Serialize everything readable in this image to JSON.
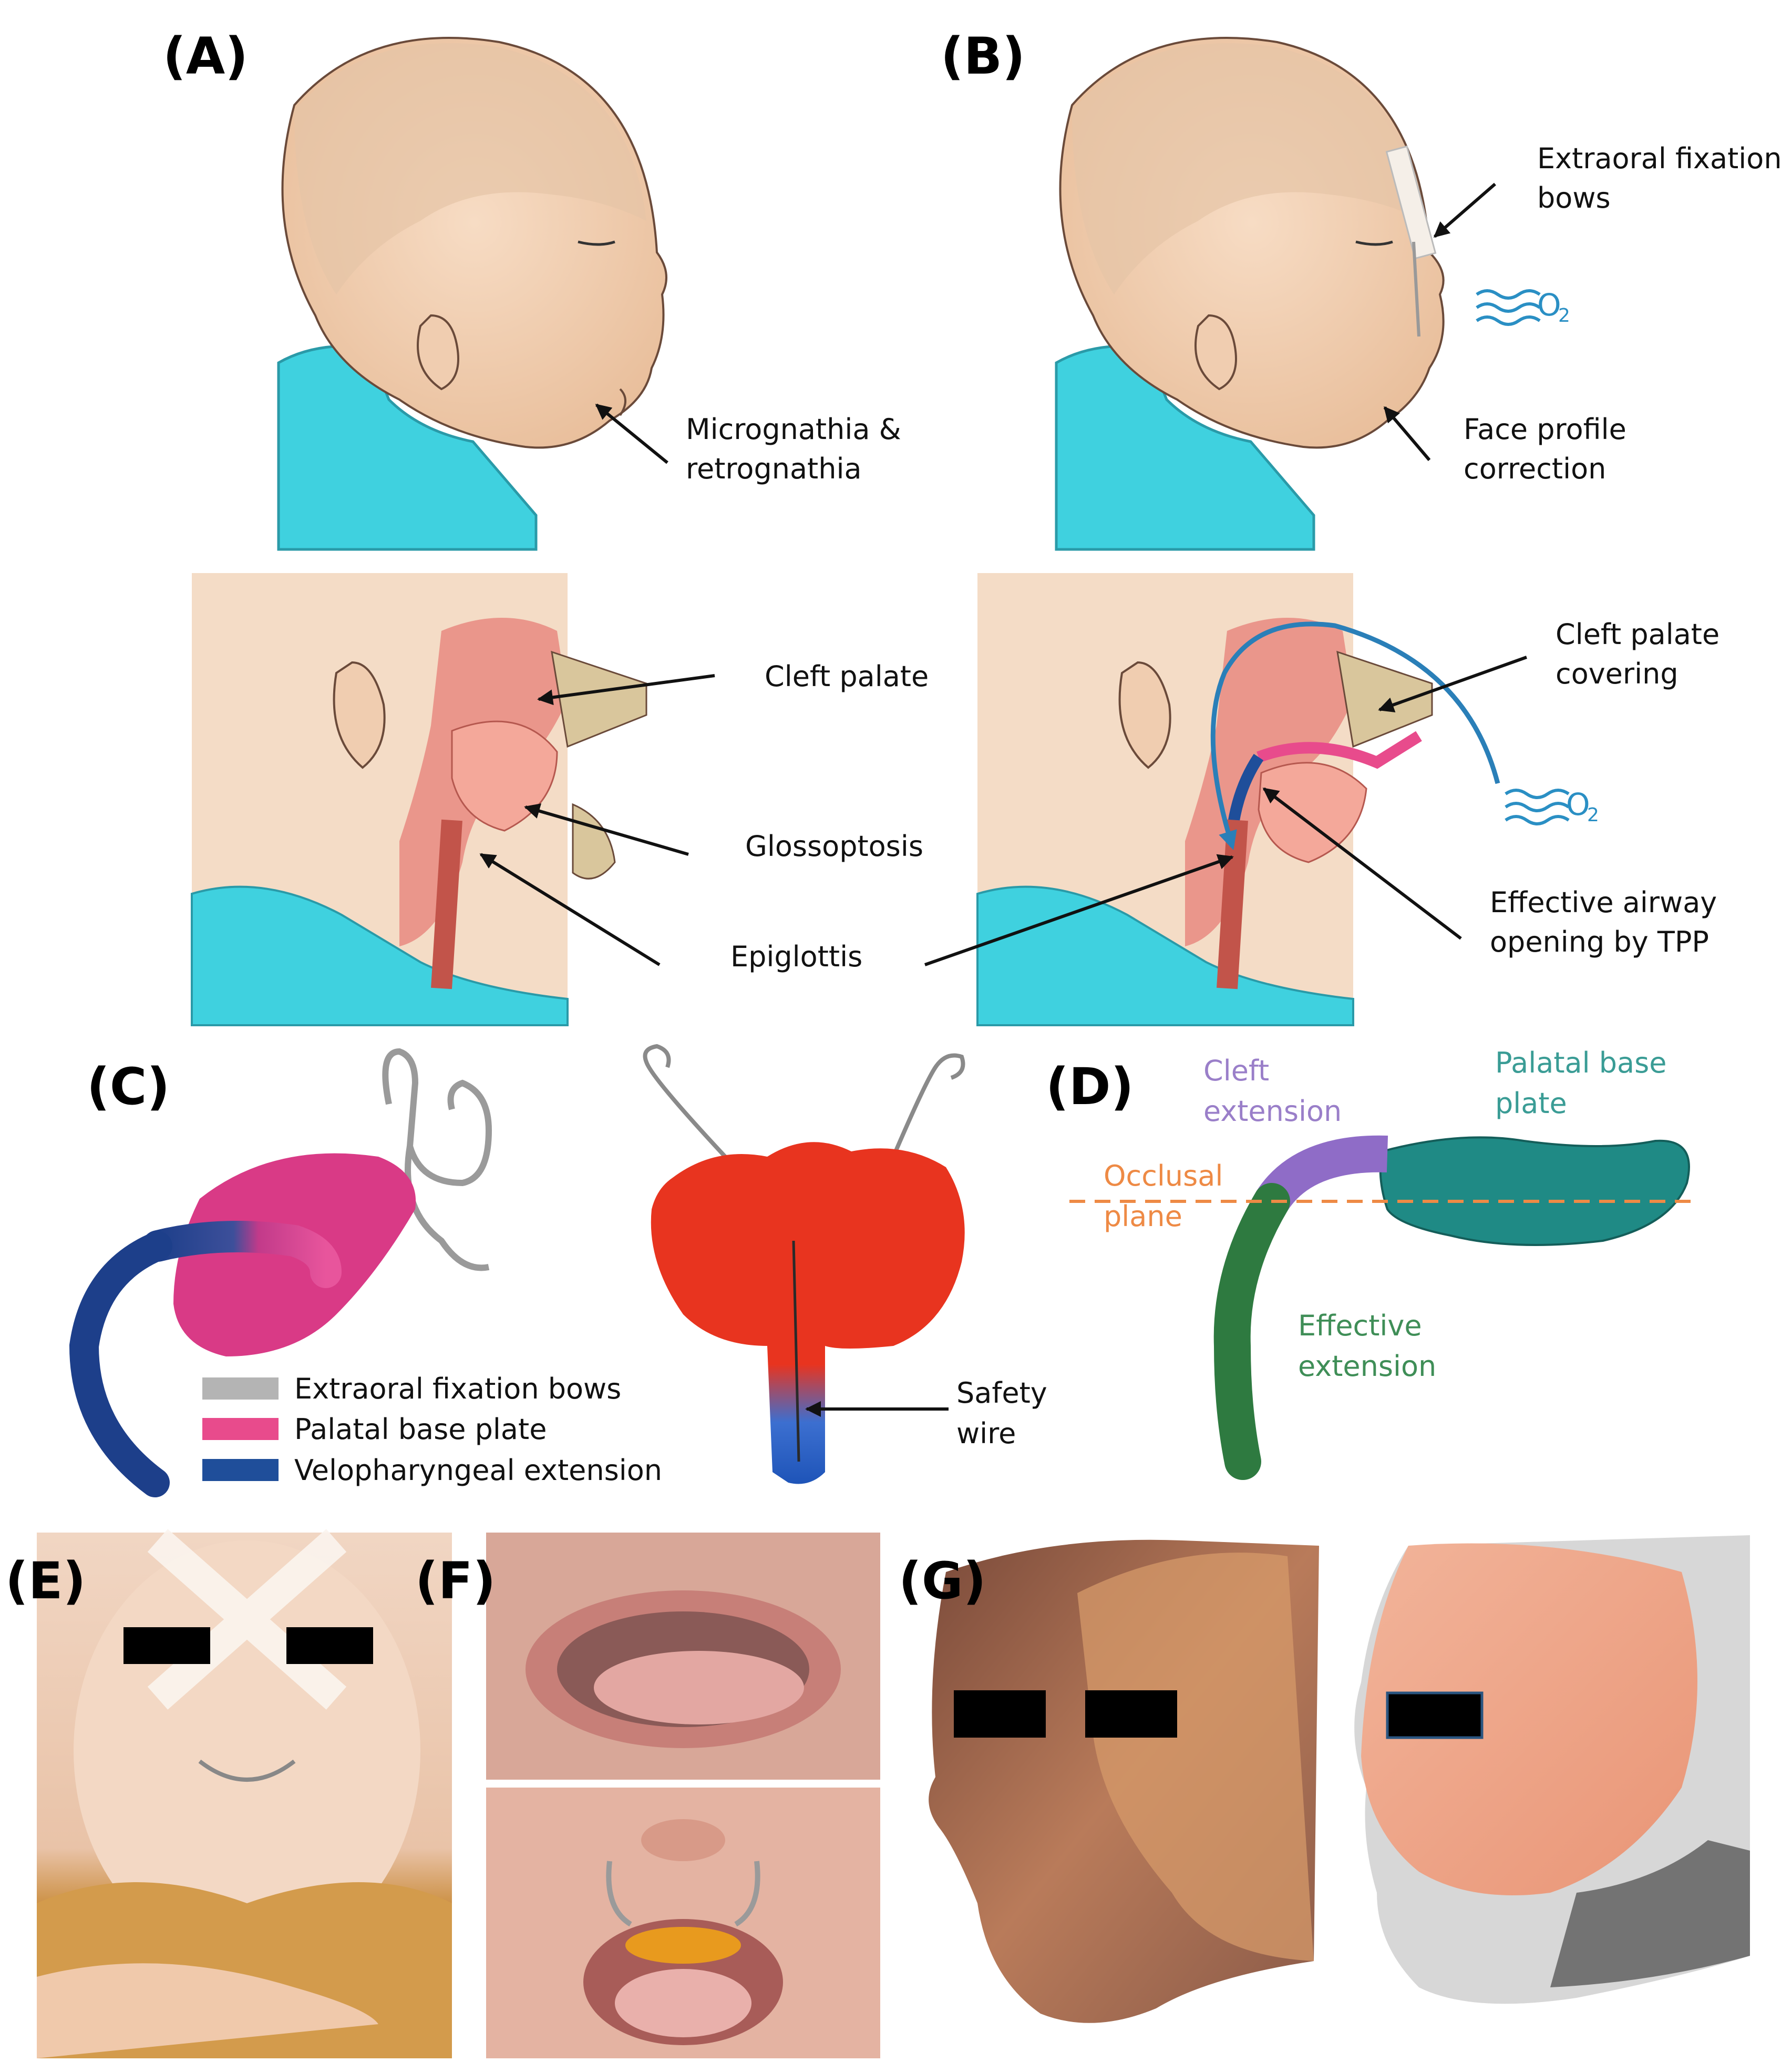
{
  "panels": {
    "a": {
      "label": "(A)",
      "annotation_top": [
        "Micrognathia &",
        "retrognathia"
      ],
      "cleft_palate": "Cleft palate",
      "glossoptosis": "Glossoptosis",
      "epiglottis": "Epiglottis"
    },
    "b": {
      "label": "(B)",
      "fixation_bows": [
        "Extraoral fixation",
        "bows"
      ],
      "profile": [
        "Face profile",
        "correction"
      ],
      "o2_main": "O",
      "o2_sub": "2",
      "cleft_covering": [
        "Cleft palate",
        "covering"
      ],
      "airway": [
        "Effective airway",
        "opening by TPP"
      ]
    },
    "c": {
      "label": "(C)",
      "legend": [
        {
          "label": "Extraoral fixation bows",
          "color": "#b4b4b4"
        },
        {
          "label": "Palatal base plate",
          "color": "#e84b8c"
        },
        {
          "label": "Velopharyngeal extension",
          "color": "#1f4e9a"
        }
      ],
      "safety_wire": [
        "Safety",
        "wire"
      ]
    },
    "d": {
      "label": "(D)",
      "cleft_extension": [
        "Cleft",
        "extension"
      ],
      "palatal_base_plate": [
        "Palatal base",
        "plate"
      ],
      "occlusal_plane": [
        "Occlusal",
        "plane"
      ],
      "effective_extension": [
        "Effective",
        "extension"
      ]
    },
    "e": {
      "label": "(E)"
    },
    "f": {
      "label": "(F)"
    },
    "g": {
      "label": "(G)"
    }
  }
}
